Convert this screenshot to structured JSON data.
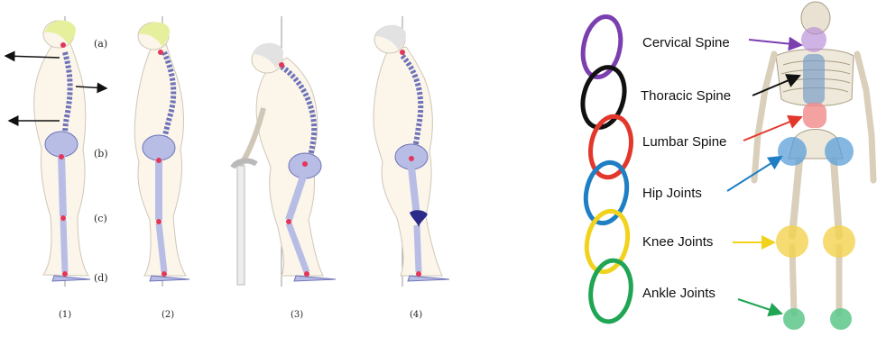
{
  "left_panel": {
    "level_labels": [
      {
        "key": "a",
        "text": "(a)"
      },
      {
        "key": "b",
        "text": "(b)"
      },
      {
        "key": "c",
        "text": "(c)"
      },
      {
        "key": "d",
        "text": "(d)"
      }
    ],
    "figure_numbers": [
      "(1)",
      "(2)",
      "(3)",
      "(4)"
    ]
  },
  "right_panel": {
    "joints": [
      {
        "label": "Cervical Spine",
        "color": "#7b3fb0"
      },
      {
        "label": "Thoracic Spine",
        "color": "#111111"
      },
      {
        "label": "Lumbar Spine",
        "color": "#e2372a"
      },
      {
        "label": "Hip Joints",
        "color": "#1f7fc4"
      },
      {
        "label": "Knee Joints",
        "color": "#f1d21c"
      },
      {
        "label": "Ankle Joints",
        "color": "#1fa553"
      }
    ]
  },
  "colors": {
    "bone": "#b8bde6",
    "bone_stroke": "#6e73b8",
    "body": "#fbf5ea",
    "body_stroke": "#cfc7b8",
    "hair_young": "#e6ef9c",
    "hair_old": "#e2e2e2",
    "marker": "#e2375a",
    "knee_marker": "#2a2a8a"
  }
}
